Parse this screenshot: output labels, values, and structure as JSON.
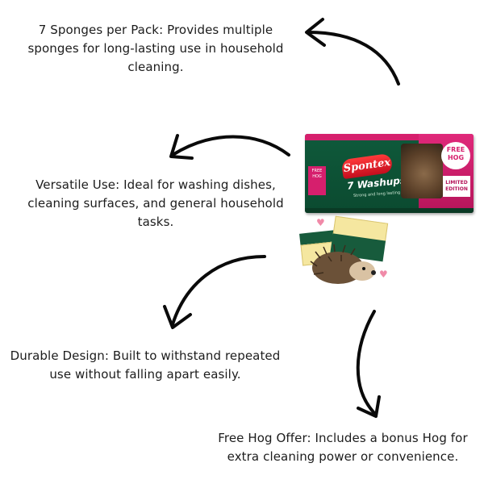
{
  "captions": {
    "sponges_per_pack": "7 Sponges per Pack: Provides multiple sponges for long-lasting use in household cleaning.",
    "versatile_use": "Versatile Use: Ideal for washing dishes, cleaning surfaces, and general household tasks.",
    "durable_design": "Durable Design: Built to withstand repeated use without falling apart easily.",
    "free_hog_offer": "Free Hog Offer: Includes a bonus Hog for extra cleaning power or convenience."
  },
  "product": {
    "brand": "Spontex",
    "name": "7 Washups",
    "tagline": "Strong and long lasting",
    "badge_free": "FREE",
    "badge_hog": "HOG",
    "badge_limited": "LIMITED EDITION"
  },
  "colors": {
    "text": "#1c1c1c",
    "arrow": "#0a0a0a",
    "box_green": "#0f5a3b",
    "box_pink": "#d61f6d"
  },
  "icons": [
    "curved-arrow-icon",
    "heart-icon",
    "hedgehog-icon",
    "sponge-icon"
  ]
}
